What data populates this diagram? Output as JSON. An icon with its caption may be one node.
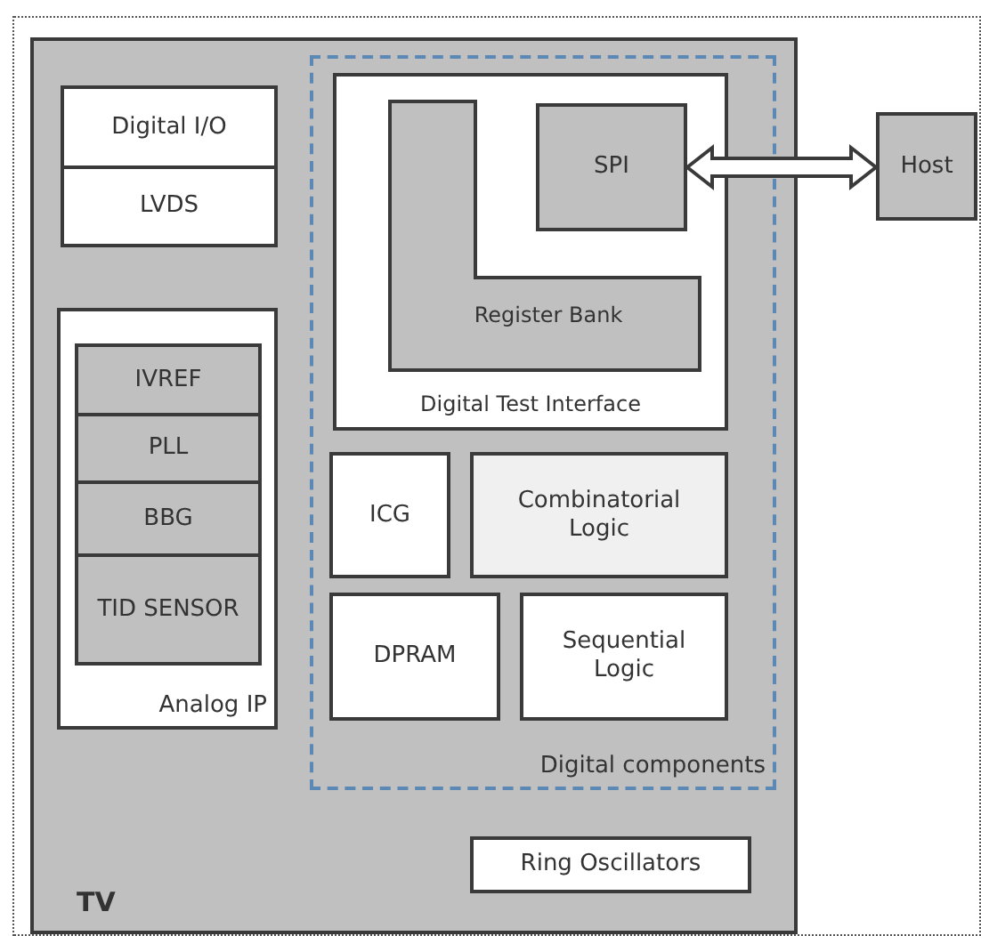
{
  "diagram": {
    "nodes": [
      {
        "text": [
          "TV"
        ]
      },
      {
        "text": [
          "Digital I/O"
        ],
        "in": 0
      },
      {
        "text": [
          "LVDS"
        ],
        "in": 0
      },
      {
        "text": [
          "Analog IP"
        ],
        "in": 0
      },
      {
        "text": [
          "IVREF"
        ],
        "in": 3
      },
      {
        "text": [
          "PLL"
        ],
        "in": 3
      },
      {
        "text": [
          "BBG"
        ],
        "in": 3
      },
      {
        "text": [
          "TID SENSOR"
        ],
        "in": 3
      },
      {
        "text": [
          "Digital components"
        ],
        "in": 0
      },
      {
        "text": [
          "Digital Test Interface"
        ],
        "in": 8
      },
      {
        "text": [
          "Register Bank"
        ],
        "in": 9
      },
      {
        "text": [
          "SPI"
        ],
        "in": 9
      },
      {
        "text": [
          "ICG"
        ],
        "in": 8
      },
      {
        "text": [
          "Combinatorial Logic"
        ],
        "in": 8
      },
      {
        "text": [
          "DPRAM"
        ],
        "in": 8
      },
      {
        "text": [
          "Sequential Logic"
        ],
        "in": 8
      },
      {
        "text": [
          "Ring Oscillators"
        ],
        "in": 0
      },
      {
        "text": [
          "Host"
        ]
      }
    ],
    "edges": [
      {
        "from": 11,
        "to": 17,
        "arrow": "both",
        "style": "thick"
      }
    ]
  }
}
